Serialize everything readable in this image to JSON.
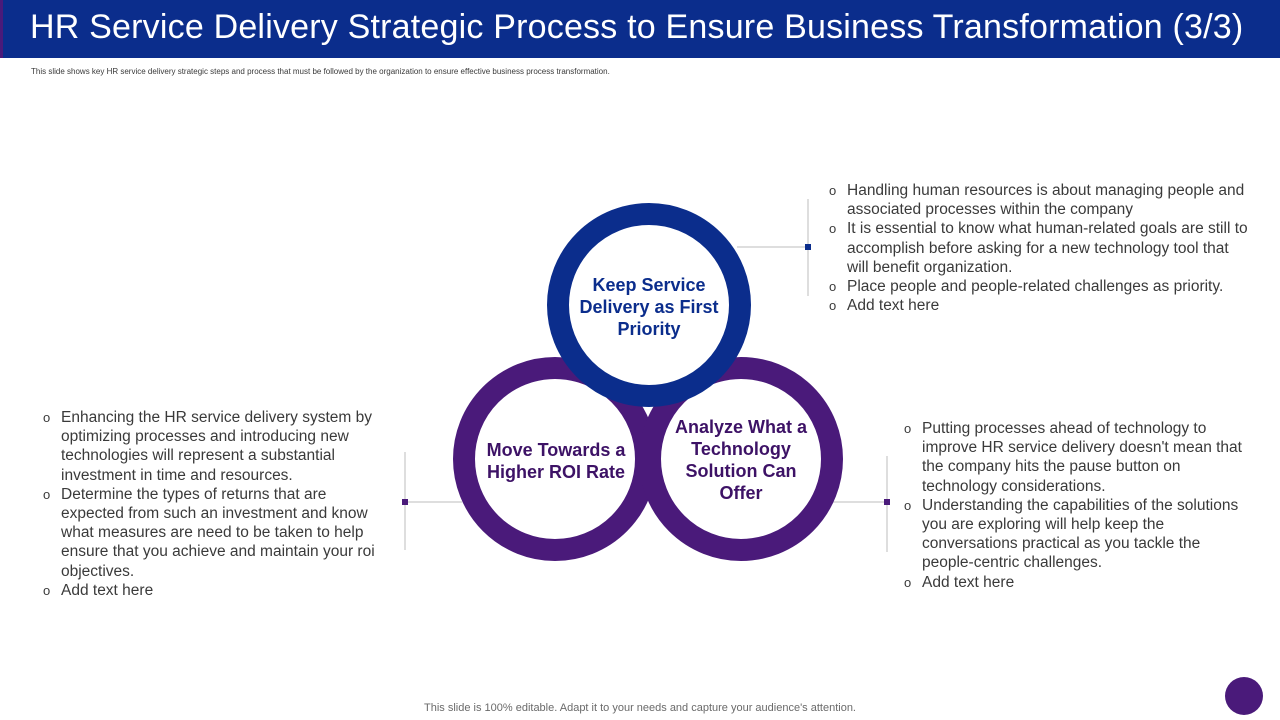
{
  "header": {
    "title": "HR Service Delivery Strategic Process to Ensure Business Transformation (3/3)",
    "subtitle": "This slide shows key HR service delivery strategic steps and process that must be followed by the organization  to ensure effective business process transformation."
  },
  "colors": {
    "header_bg": "#0b2d8c",
    "top_circle": "#0b2d8c",
    "bottom_circles": "#4a1a7a"
  },
  "circles": {
    "top": {
      "label": "Keep Service Delivery as First Priority"
    },
    "left": {
      "label": "Move Towards a Higher ROI Rate"
    },
    "right": {
      "label": "Analyze What a Technology Solution Can Offer"
    }
  },
  "bullets": {
    "top": [
      "Handling human resources is about managing people and associated processes within the company",
      "It is essential to know what human-related  goals are still to accomplish before asking for a new technology tool that will benefit organization.",
      "Place people and people-related challenges as priority.",
      "Add text here"
    ],
    "left": [
      "Enhancing the HR service delivery system by optimizing processes and introducing new technologies will represent a substantial investment  in time and resources.",
      "Determine the types of returns that are expected from such an investment  and know what measures are need to be taken to help ensure that you achieve and maintain your roi objectives.",
      "Add text here"
    ],
    "right": [
      "Putting processes ahead of technology to improve HR service delivery doesn't mean that the company hits the pause button on technology considerations.",
      "Understanding the capabilities of the solutions you are exploring will help keep the conversations practical as you tackle the people-centric challenges.",
      "Add text here"
    ]
  },
  "footer": "This slide is 100% editable. Adapt it to your needs and capture your audience's attention."
}
